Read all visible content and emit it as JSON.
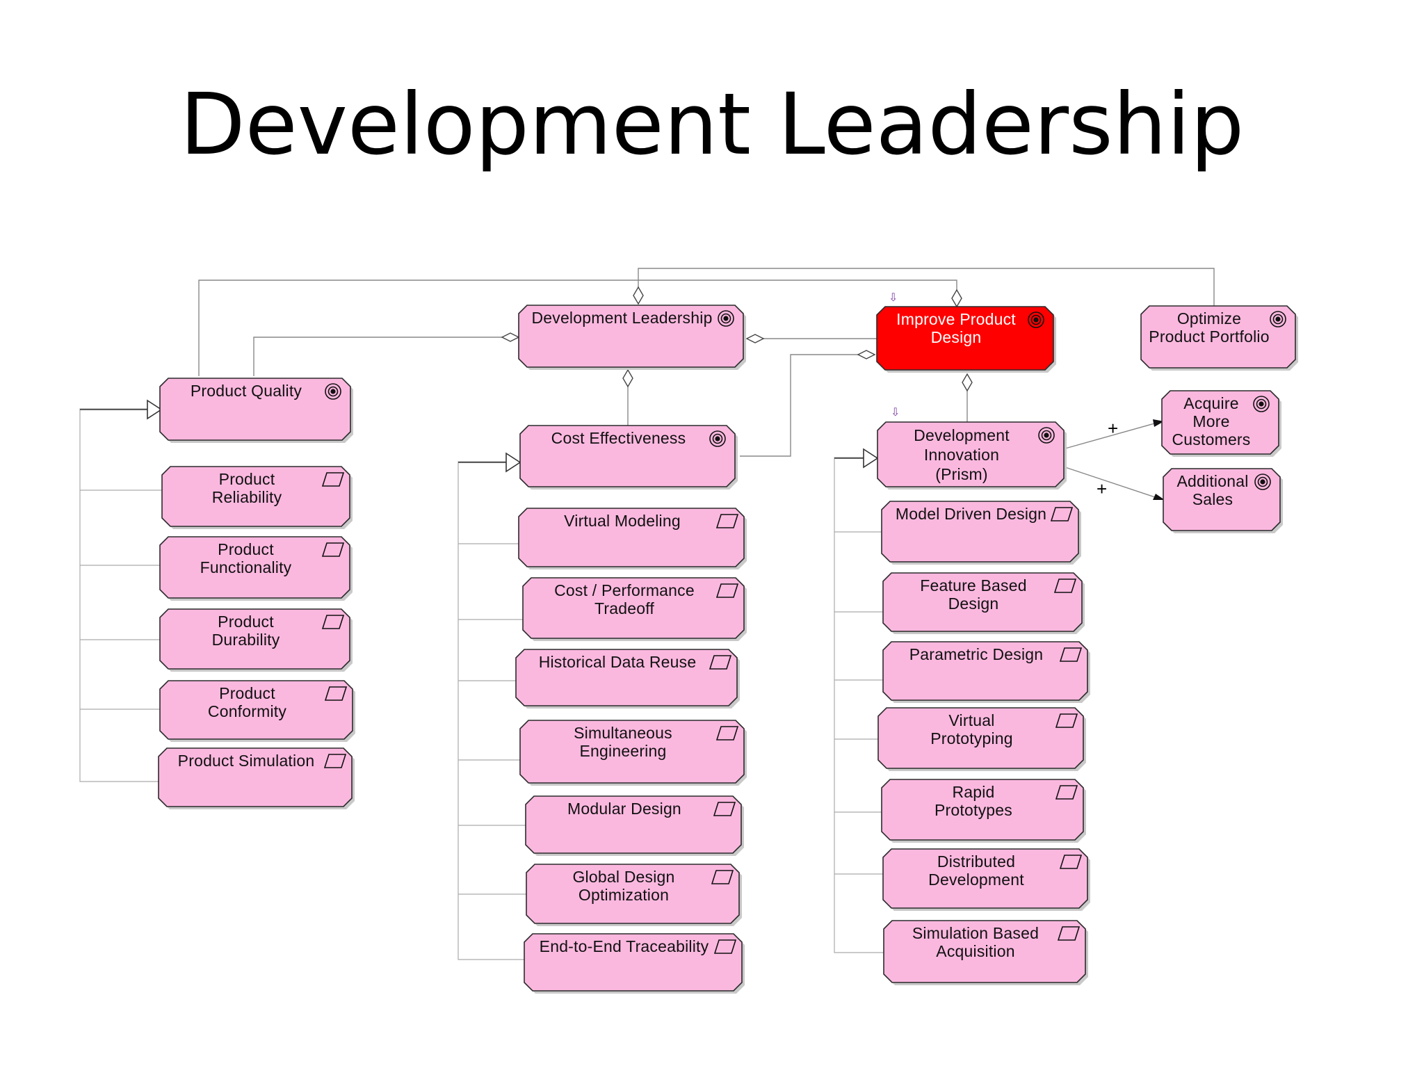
{
  "title": "Development Leadership",
  "colors": {
    "node_fill": "#fbb8df",
    "highlight_fill": "#ff0000",
    "stroke": "#333333",
    "connector": "#999999"
  },
  "nodes": {
    "dev_leadership": {
      "label": "Development Leadership",
      "icon": "goal-target-icon"
    },
    "improve_design": {
      "label": "Improve Product\nDesign",
      "icon": "goal-target-icon"
    },
    "optimize_portfolio": {
      "label": "Optimize\nProduct Portfolio",
      "icon": "goal-target-icon"
    },
    "product_quality": {
      "label": "Product Quality",
      "icon": "goal-target-icon"
    },
    "cost_effectiveness": {
      "label": "Cost Effectiveness",
      "icon": "goal-target-icon"
    },
    "dev_innovation": {
      "label": "Development\nInnovation\n(Prism)",
      "icon": "goal-target-icon"
    },
    "acquire_customers": {
      "label": "Acquire\nMore\nCustomers",
      "icon": "goal-target-icon"
    },
    "additional_sales": {
      "label": "Additional\nSales",
      "icon": "goal-target-icon"
    },
    "product_reliability": {
      "label": "Product\nReliability",
      "icon": "parallelogram-icon"
    },
    "product_functionality": {
      "label": "Product\nFunctionality",
      "icon": "parallelogram-icon"
    },
    "product_durability": {
      "label": "Product\nDurability",
      "icon": "parallelogram-icon"
    },
    "product_conformity": {
      "label": "Product\nConformity",
      "icon": "parallelogram-icon"
    },
    "product_simulation": {
      "label": "Product Simulation",
      "icon": "parallelogram-icon"
    },
    "virtual_modeling": {
      "label": "Virtual Modeling",
      "icon": "parallelogram-icon"
    },
    "cost_performance": {
      "label": "Cost / Performance\nTradeoff",
      "icon": "parallelogram-icon"
    },
    "historical_reuse": {
      "label": "Historical Data Reuse",
      "icon": "parallelogram-icon"
    },
    "simultaneous_eng": {
      "label": "Simultaneous\nEngineering",
      "icon": "parallelogram-icon"
    },
    "modular_design": {
      "label": "Modular Design",
      "icon": "parallelogram-icon"
    },
    "global_optimization": {
      "label": "Global Design\nOptimization",
      "icon": "parallelogram-icon"
    },
    "traceability": {
      "label": "End-to-End Traceability",
      "icon": "parallelogram-icon"
    },
    "model_driven": {
      "label": "Model Driven Design",
      "icon": "parallelogram-icon"
    },
    "feature_based": {
      "label": "Feature Based\nDesign",
      "icon": "parallelogram-icon"
    },
    "parametric": {
      "label": "Parametric Design",
      "icon": "parallelogram-icon"
    },
    "virtual_prototyping": {
      "label": "Virtual\nPrototyping",
      "icon": "parallelogram-icon"
    },
    "rapid_prototypes": {
      "label": "Rapid\nPrototypes",
      "icon": "parallelogram-icon"
    },
    "distributed_dev": {
      "label": "Distributed\nDevelopment",
      "icon": "parallelogram-icon"
    },
    "simulation_acquisition": {
      "label": "Simulation Based\nAcquisition",
      "icon": "parallelogram-icon"
    }
  },
  "influence_signs": [
    "+",
    "+"
  ]
}
